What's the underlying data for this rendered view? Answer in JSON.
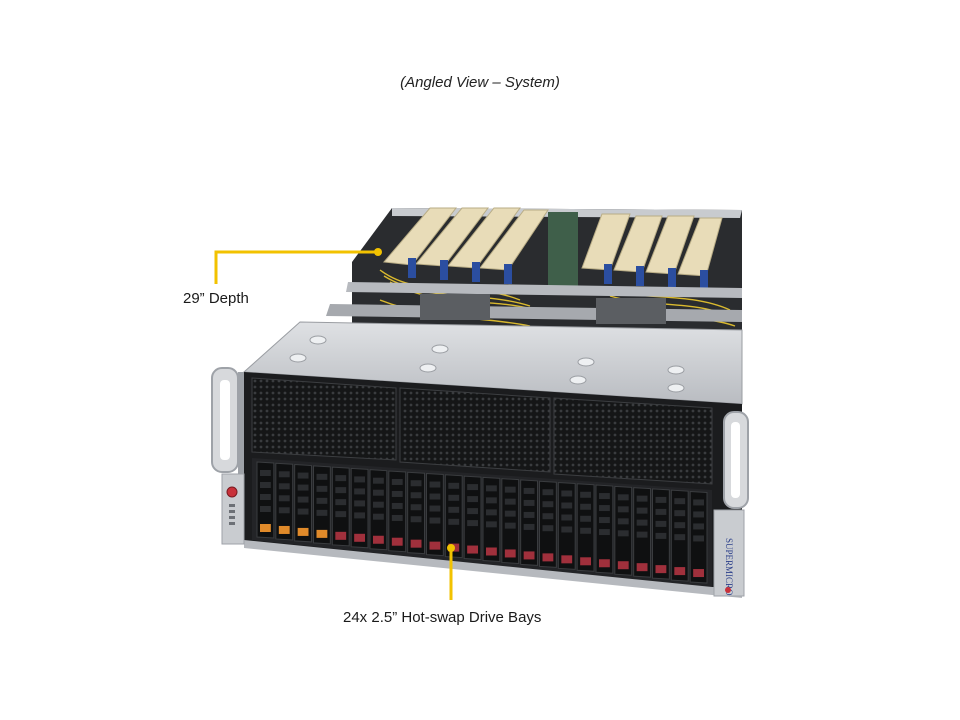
{
  "caption": "(Angled View – System)",
  "callouts": {
    "depth": "29” Depth",
    "drive_bays": "24x 2.5” Hot-swap Drive Bays"
  },
  "brand_mark": "SUPERMICRO",
  "colors": {
    "callout_line": "#f2c200",
    "chassis_silver": "#c9ccd0",
    "bezel_black": "#1b1c1e",
    "drive_latch_red": "#a0303c",
    "drive_latch_orange": "#e08a2a",
    "gpu_card_cream": "#e8dcb8",
    "gpu_bracket_blue": "#2b4ea0",
    "cable_yellow": "#d9b92e"
  },
  "drive_bays": {
    "count": 24,
    "orange_latch_count": 4
  }
}
